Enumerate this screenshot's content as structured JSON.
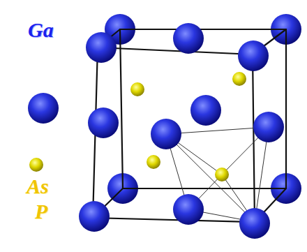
{
  "diagram": {
    "legend": [
      {
        "text": "Ga"
      },
      {
        "text": "As"
      },
      {
        "text": "P"
      }
    ]
  }
}
